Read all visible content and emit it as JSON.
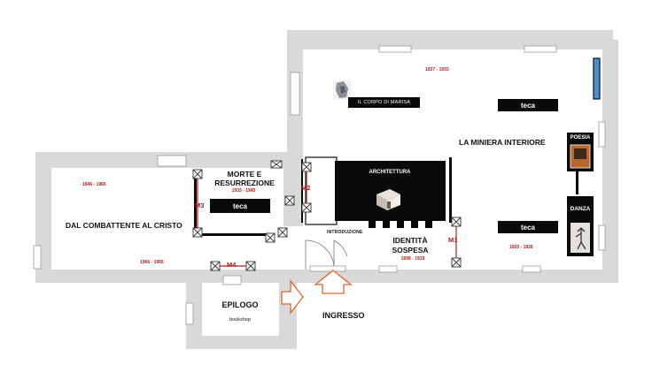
{
  "rooms": {
    "dal_combattente": "DAL COMBATTENTE AL CRISTO",
    "morte_line1": "MORTE E",
    "morte_line2": "RESURREZIONE",
    "miniera": "LA MINIERA INTERIORE",
    "identita_line1": "IDENTITÀ",
    "identita_line2": "SOSPESA",
    "epilogo": "EPILOGO",
    "ingresso": "INGRESSO"
  },
  "dates": {
    "d1946": "1946 - 1965",
    "d1966": "1966 - 1965",
    "d1933": "1933 - 1945",
    "d1899": "1899 - 1919",
    "d1920": "1920 - 1926",
    "d1927": "1927 - 1933"
  },
  "markers": {
    "m1": "M1",
    "m2": "M2",
    "m3": "M3",
    "m4": "M4"
  },
  "labels": {
    "teca": "teca",
    "architettura": "ARCHITETTURA",
    "introduzione": "INTRODUZIONE",
    "bookshop": "bookshop",
    "corpo_marisa": "IL CORPO DI MARISA",
    "poesia": "POESIA",
    "danza": "DANZA"
  },
  "colors": {
    "wall": "#d9d9d9",
    "exhibit": "#0a0a0a",
    "accent_red": "#b01c1c",
    "entrance_orange": "#e8632a",
    "window_blue": "#4a90d9"
  }
}
